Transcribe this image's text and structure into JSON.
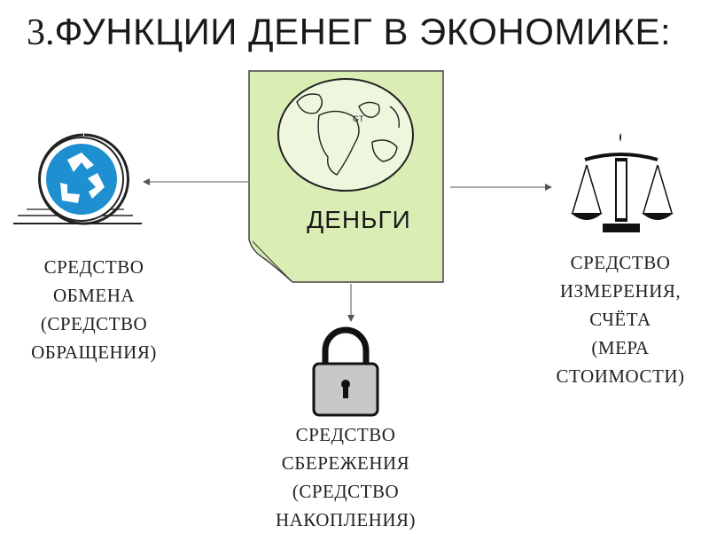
{
  "title": {
    "number": "3.",
    "text": "ФУНКЦИИ ДЕНЕГ В ЭКОНОМИКЕ:"
  },
  "center": {
    "label": "ДЕНЬГИ",
    "icon": "globe-on-banknote"
  },
  "functions": {
    "exchange": {
      "icon": "recycle-icon",
      "lines": [
        "СРЕДСТВО",
        "ОБМЕНА",
        "(СРЕДСТВО",
        "ОБРАЩЕНИЯ)"
      ]
    },
    "measure": {
      "icon": "scales-icon",
      "lines": [
        "СРЕДСТВО",
        "ИЗМЕРЕНИЯ,",
        "СЧЁТА",
        "(МЕРА",
        "СТОИМОСТИ)"
      ]
    },
    "savings": {
      "icon": "padlock-icon",
      "lines": [
        "СРЕДСТВО",
        "СБЕРЕЖЕНИЯ",
        "(СРЕДСТВО",
        "НАКОПЛЕНИЯ)"
      ]
    }
  },
  "colors": {
    "note_fill": "#d9edb4",
    "recycle_blue": "#1e8fd0",
    "lock_gray": "#c8c8c8"
  }
}
